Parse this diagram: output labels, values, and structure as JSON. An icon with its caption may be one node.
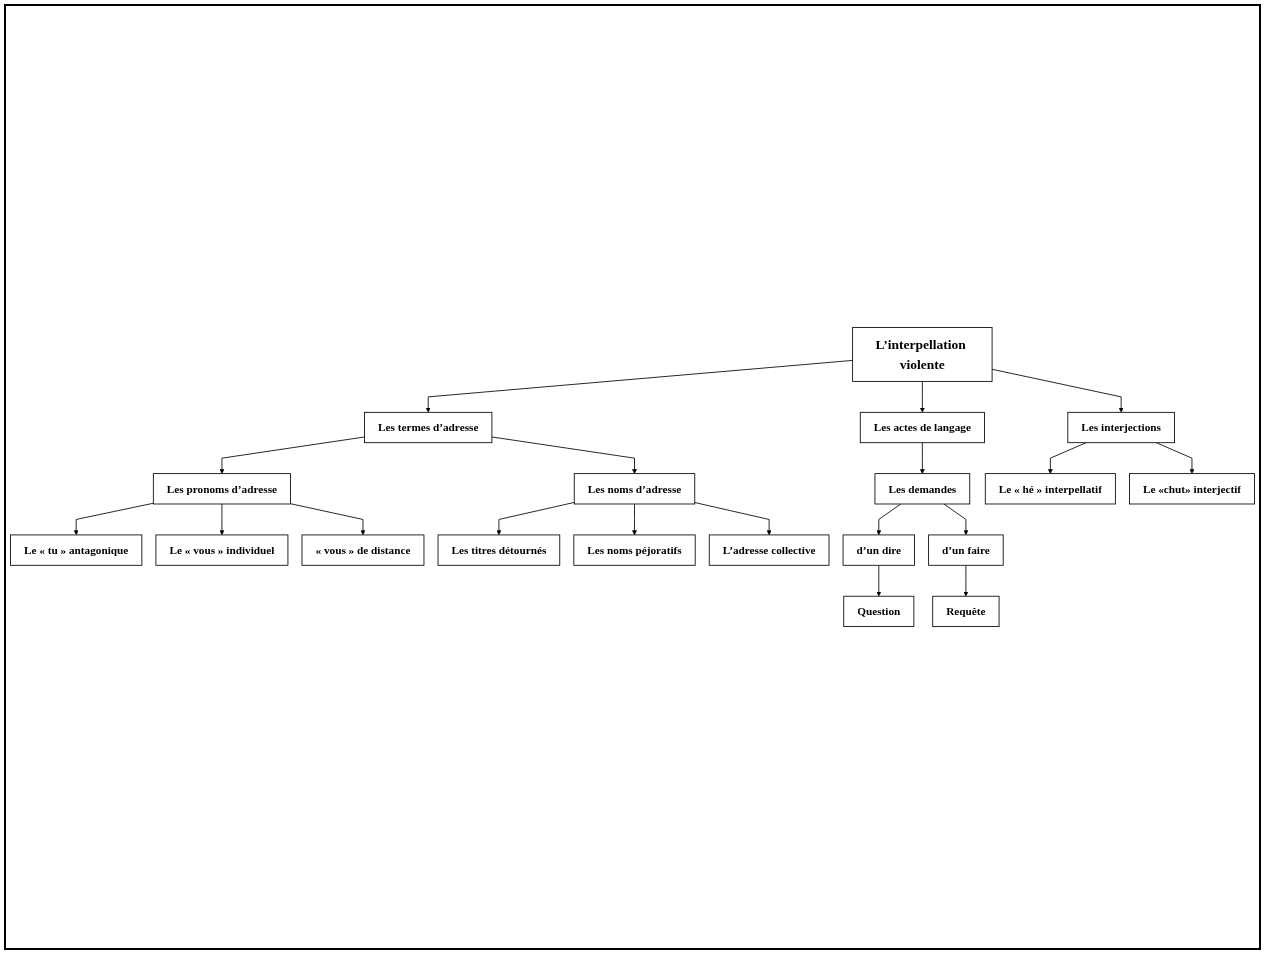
{
  "diagram": {
    "nodes": [
      {
        "text": [
          "L’interpellation violente"
        ]
      },
      {
        "text": [
          "Les termes d’adresse"
        ]
      },
      {
        "text": [
          "Les actes de langage"
        ]
      },
      {
        "text": [
          "Les interjections"
        ]
      },
      {
        "text": [
          "Les pronoms d’adresse"
        ]
      },
      {
        "text": [
          "Les noms d’adresse"
        ]
      },
      {
        "text": [
          "Les demandes"
        ]
      },
      {
        "text": [
          "Le « hé » interpellatif"
        ]
      },
      {
        "text": [
          "Le «chut» interjectif"
        ]
      },
      {
        "text": [
          "Le « tu » antagonique"
        ]
      },
      {
        "text": [
          "Le « vous » individuel"
        ]
      },
      {
        "text": [
          "« vous » de distance"
        ]
      },
      {
        "text": [
          "Les titres détournés"
        ]
      },
      {
        "text": [
          "Les noms péjoratifs"
        ]
      },
      {
        "text": [
          "L’adresse collective"
        ]
      },
      {
        "text": [
          "d’un dire"
        ]
      },
      {
        "text": [
          "d’un faire"
        ]
      },
      {
        "text": [
          "Question"
        ]
      },
      {
        "text": [
          "Requête"
        ]
      }
    ],
    "edges": [
      {
        "from": 0,
        "to": 1,
        "arrow": "to"
      },
      {
        "from": 0,
        "to": 2,
        "arrow": "to"
      },
      {
        "from": 0,
        "to": 3,
        "arrow": "to"
      },
      {
        "from": 1,
        "to": 4,
        "arrow": "to"
      },
      {
        "from": 1,
        "to": 5,
        "arrow": "to"
      },
      {
        "from": 2,
        "to": 6,
        "arrow": "to"
      },
      {
        "from": 3,
        "to": 7,
        "arrow": "to"
      },
      {
        "from": 3,
        "to": 8,
        "arrow": "to"
      },
      {
        "from": 4,
        "to": 9,
        "arrow": "to"
      },
      {
        "from": 4,
        "to": 10,
        "arrow": "to"
      },
      {
        "from": 4,
        "to": 11,
        "arrow": "to"
      },
      {
        "from": 5,
        "to": 12,
        "arrow": "to"
      },
      {
        "from": 5,
        "to": 13,
        "arrow": "to"
      },
      {
        "from": 5,
        "to": 14,
        "arrow": "to"
      },
      {
        "from": 6,
        "to": 15,
        "arrow": "to"
      },
      {
        "from": 6,
        "to": 16,
        "arrow": "to"
      },
      {
        "from": 15,
        "to": 17,
        "arrow": "to"
      },
      {
        "from": 16,
        "to": 18,
        "arrow": "to"
      }
    ]
  }
}
